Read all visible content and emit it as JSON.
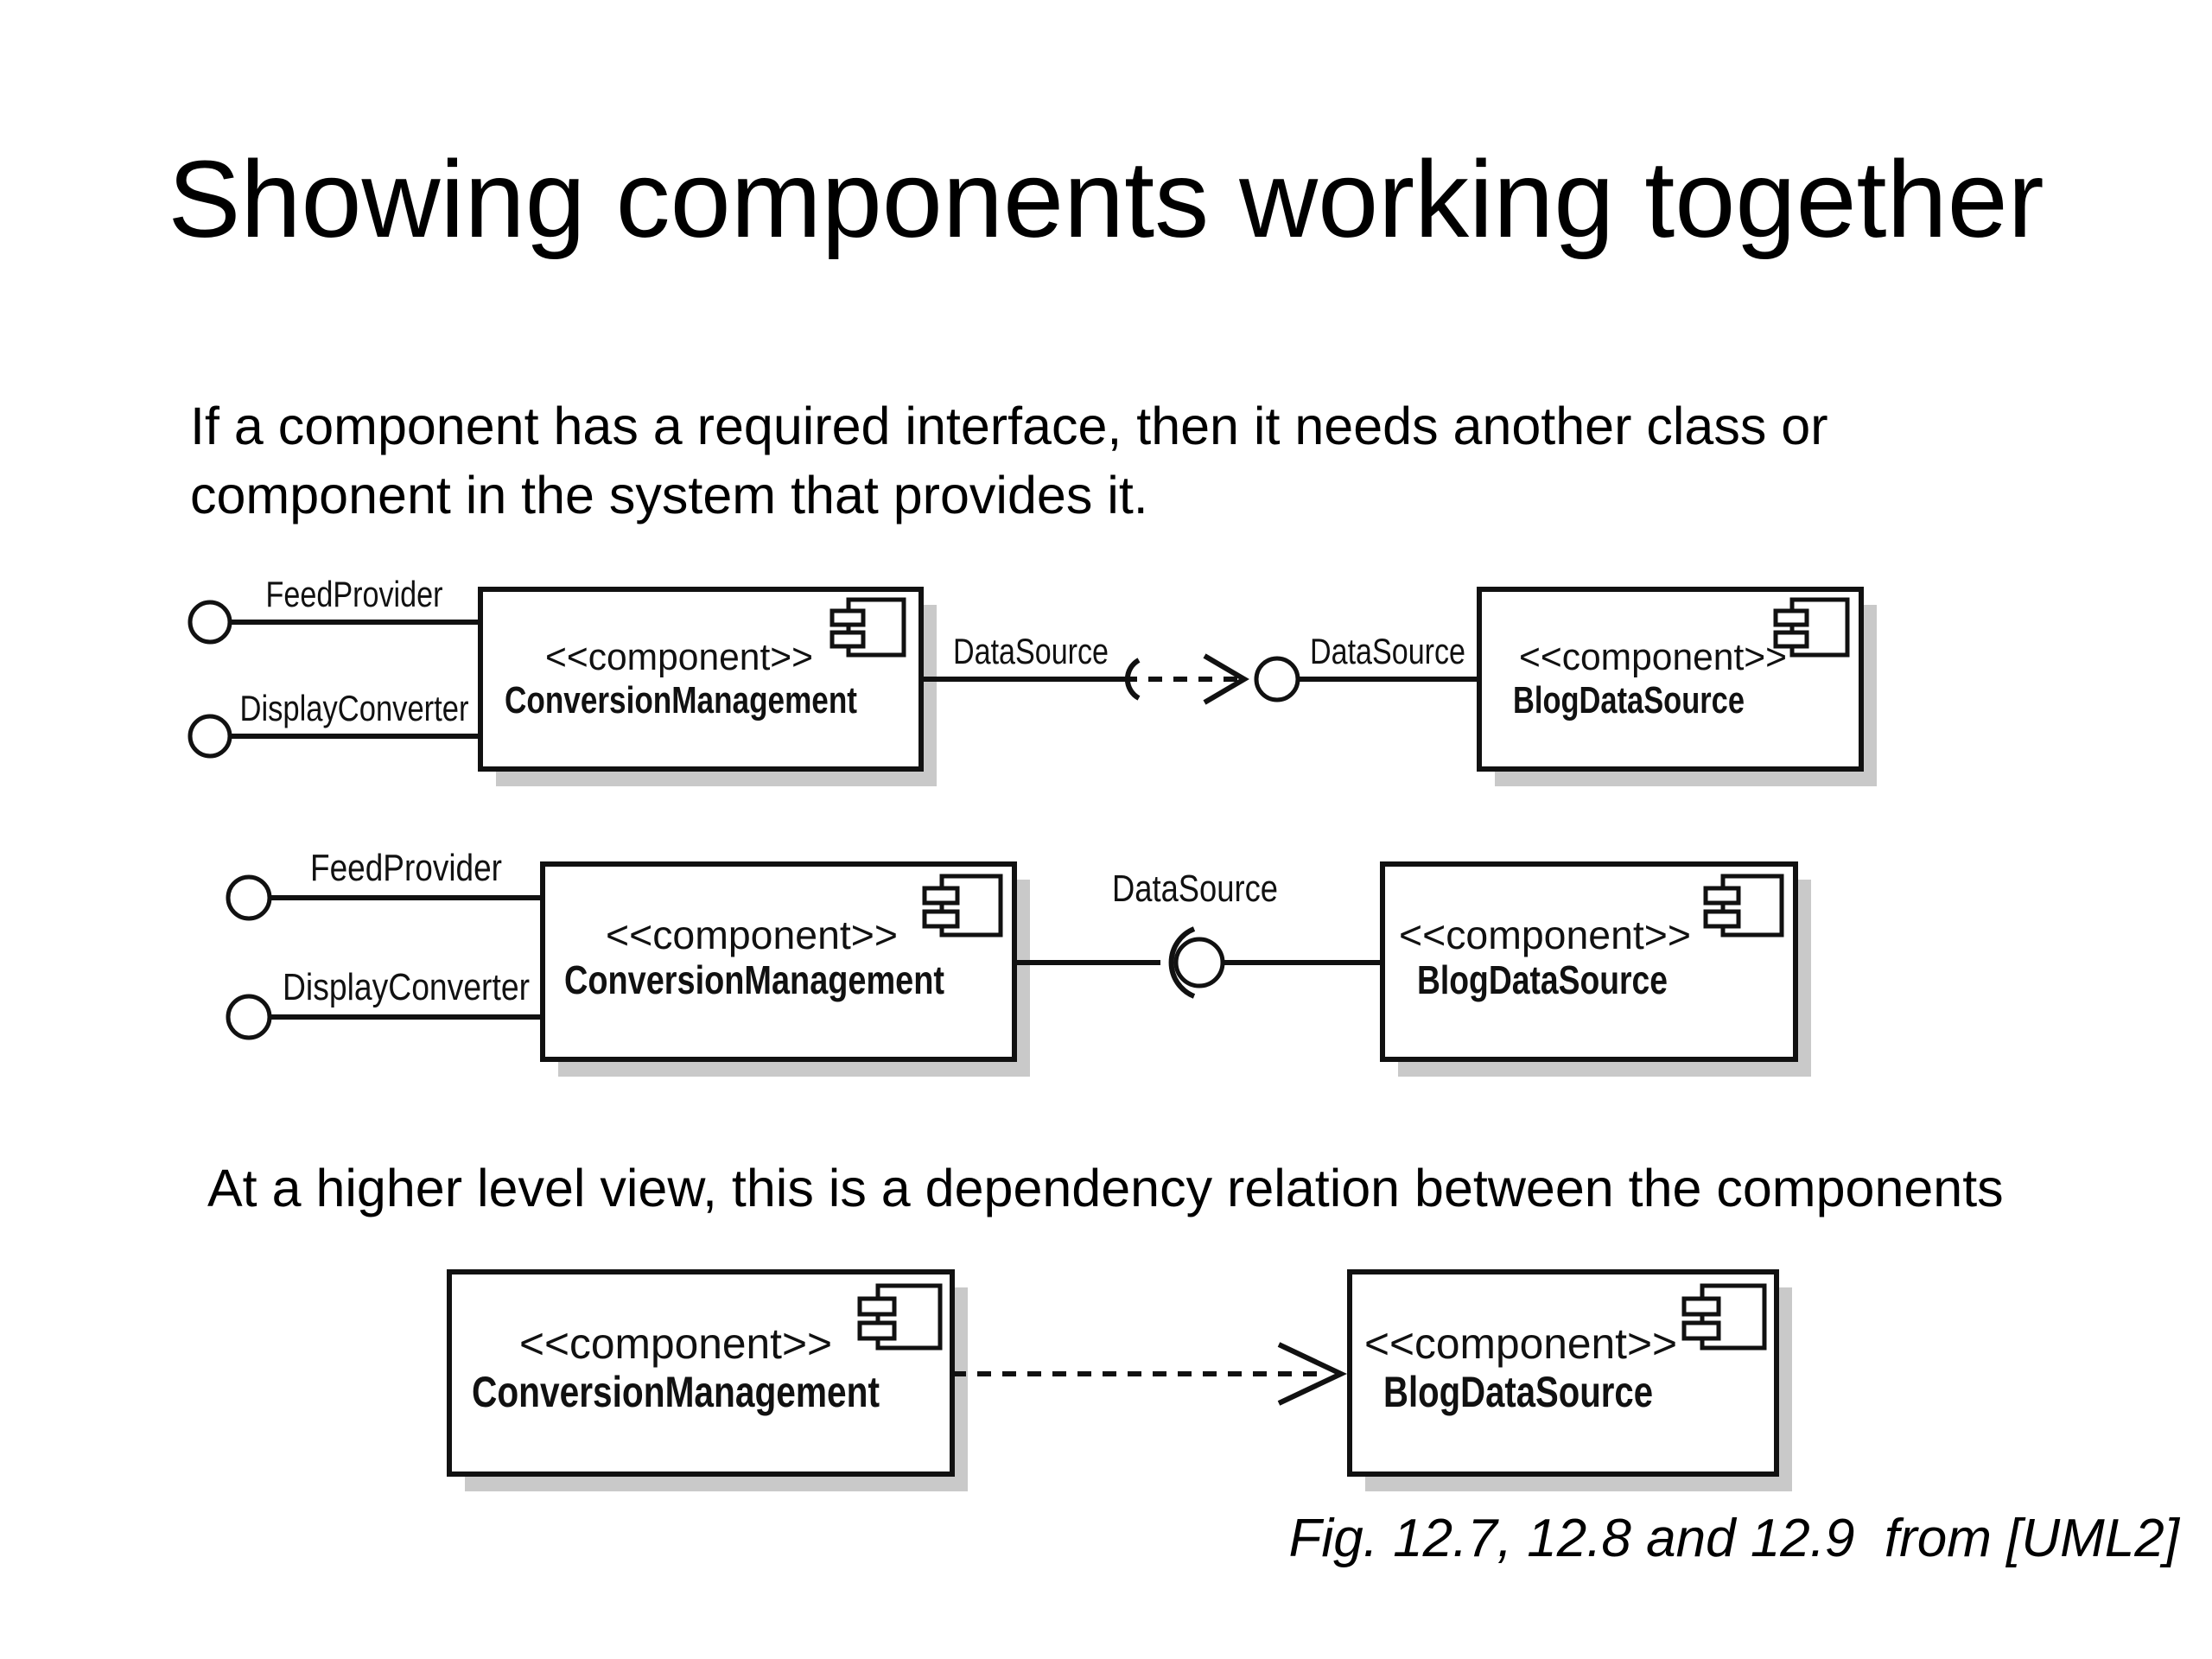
{
  "title": "Showing components working together",
  "intro_text": {
    "line1": "If a component has a required interface, then it needs another class or",
    "line2": "component in the system that provides it."
  },
  "summary_text": "At a higher level view, this is a dependency relation between the components",
  "caption": "Fig. 12.7, 12.8 and 12.9  from [UML2]",
  "diagram": {
    "stereotype": "<<component>>",
    "components": {
      "consumer": "ConversionManagement",
      "provider": "BlogDataSource"
    },
    "provided_interfaces": [
      "FeedProvider",
      "DisplayConverter"
    ],
    "interface": "DataSource"
  }
}
